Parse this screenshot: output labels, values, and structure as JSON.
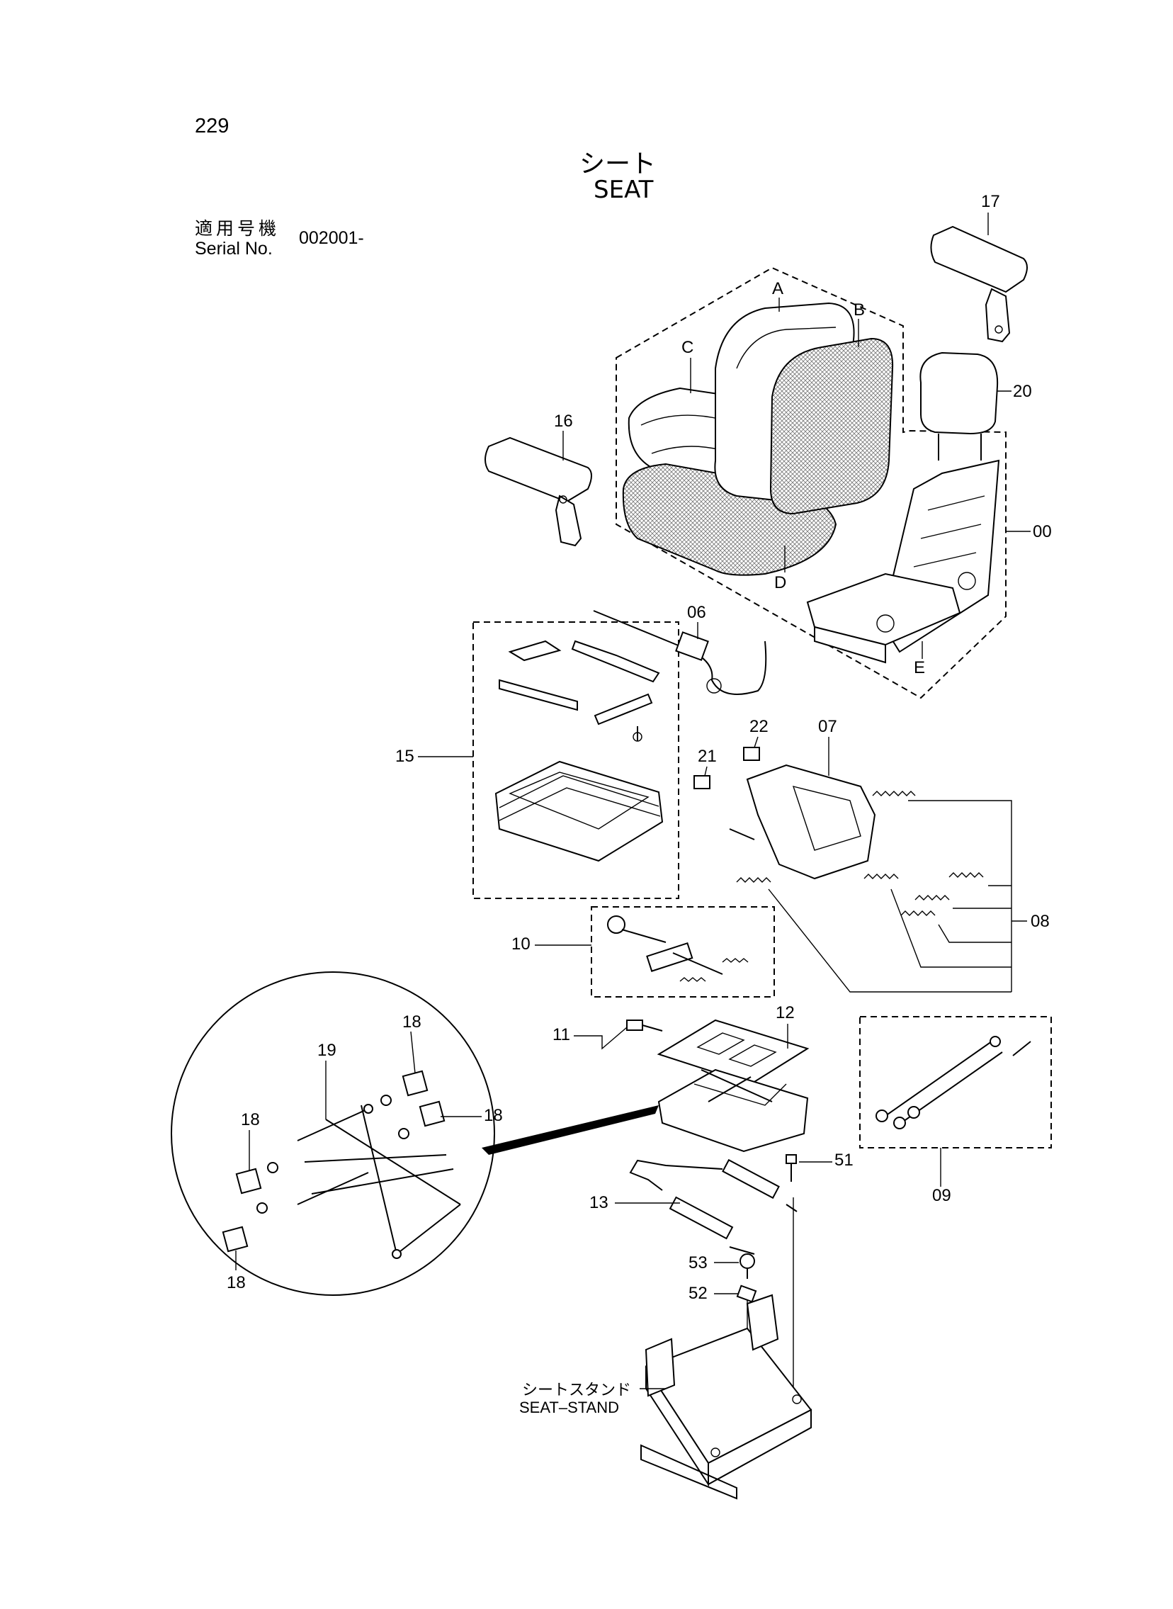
{
  "page_number": "229",
  "title": {
    "japanese": "シート",
    "english": "SEAT"
  },
  "serial": {
    "label_japanese": "適用号機",
    "label_english": "Serial No.",
    "value": "002001-"
  },
  "seat_stand": {
    "japanese": "シートスタンド",
    "english": "SEAT–STAND"
  },
  "callouts": [
    "17",
    "A",
    "B",
    "C",
    "20",
    "16",
    "00",
    "D",
    "E",
    "06",
    "15",
    "22",
    "07",
    "21",
    "08",
    "10",
    "11",
    "12",
    "09",
    "18",
    "19",
    "18",
    "18",
    "18",
    "51",
    "13",
    "53",
    "52"
  ]
}
